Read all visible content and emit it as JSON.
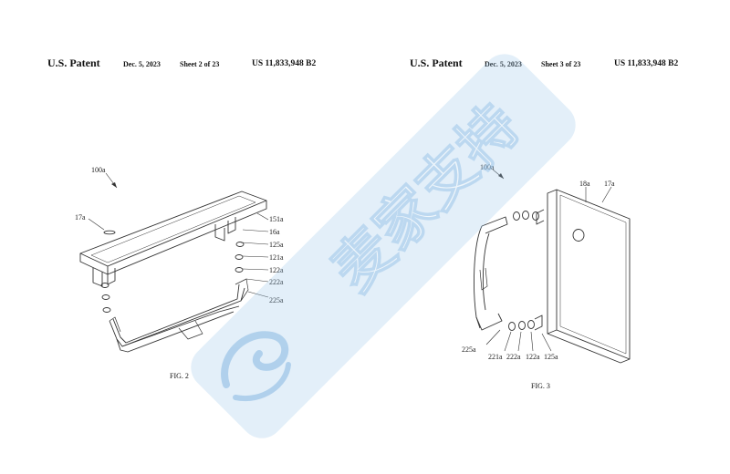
{
  "sheets": [
    {
      "patent_label": "U.S. Patent",
      "date": "Dec. 5, 2023",
      "sheet": "Sheet 2 of 23",
      "number": "US 11,833,948 B2",
      "figure_caption": "FIG. 2",
      "assembly_ref": "100a",
      "refs": [
        "17a",
        "151a",
        "16a",
        "125a",
        "121a",
        "122a",
        "222a",
        "225a"
      ]
    },
    {
      "patent_label": "U.S. Patent",
      "date": "Dec. 5, 2023",
      "sheet": "Sheet 3 of 23",
      "number": "US 11,833,948 B2",
      "figure_caption": "FIG. 3",
      "assembly_ref": "100a",
      "refs": [
        "18a",
        "17a",
        "225a",
        "221a",
        "222a",
        "122a",
        "125a"
      ]
    }
  ],
  "watermark": {
    "text": "麦家支持",
    "color": "#9cc6ea",
    "logo": "swirl-logo"
  }
}
